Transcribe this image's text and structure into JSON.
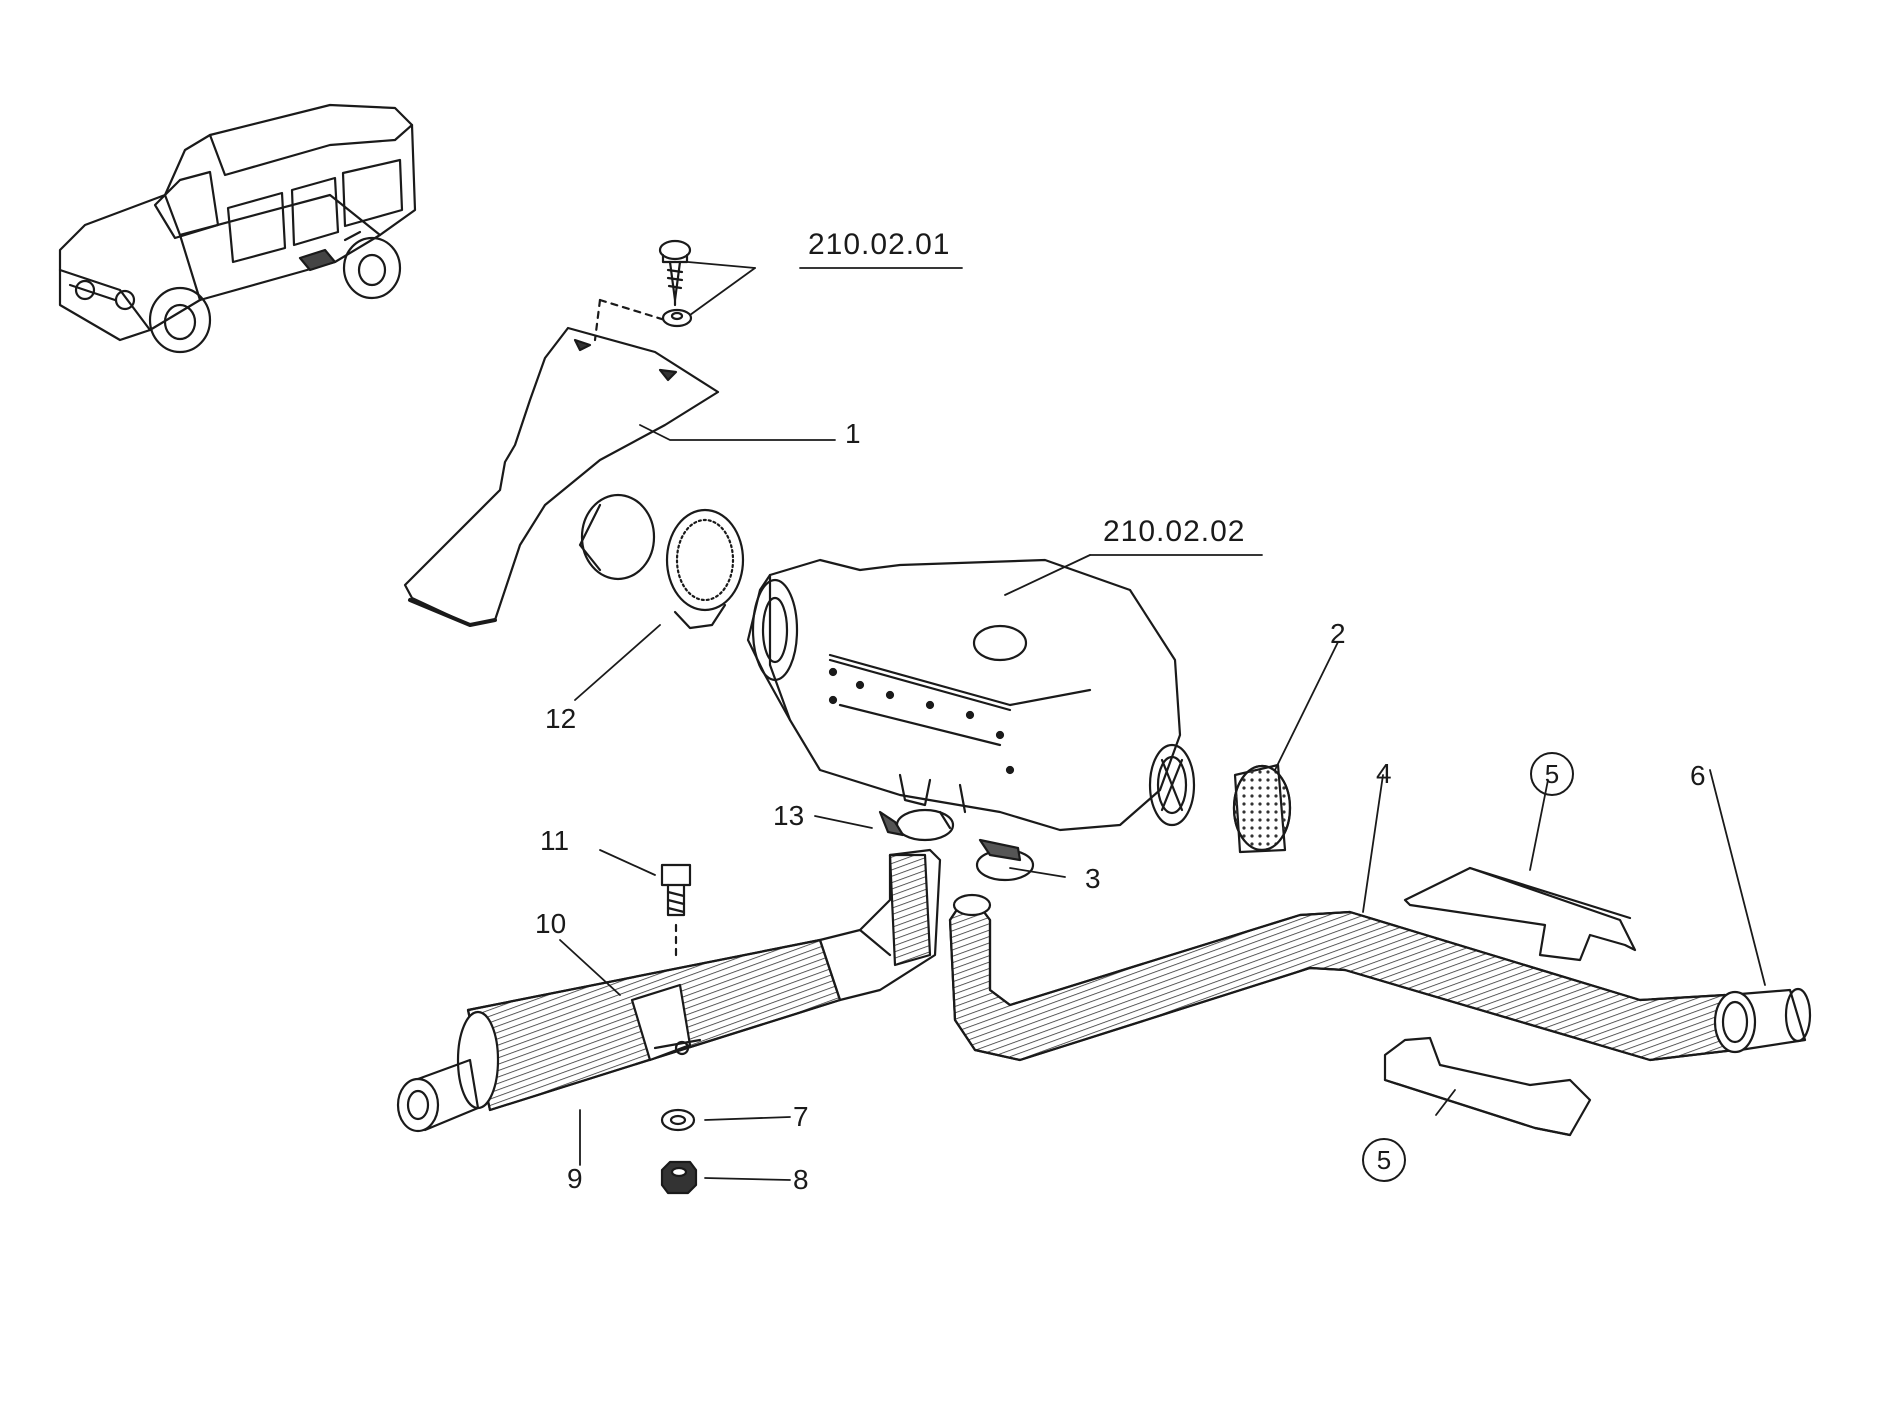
{
  "references": {
    "upper": "210.02.01",
    "heater": "210.02.02"
  },
  "callouts": {
    "p1": "1",
    "p2": "2",
    "p3": "3",
    "p4": "4",
    "p5a": "5",
    "p5b": "5",
    "p6": "6",
    "p7": "7",
    "p8": "8",
    "p9": "9",
    "p10": "10",
    "p11": "11",
    "p12": "12",
    "p13": "13"
  },
  "colors": {
    "ink": "#1a1a1a",
    "paper": "#ffffff",
    "shade": "#555555"
  }
}
